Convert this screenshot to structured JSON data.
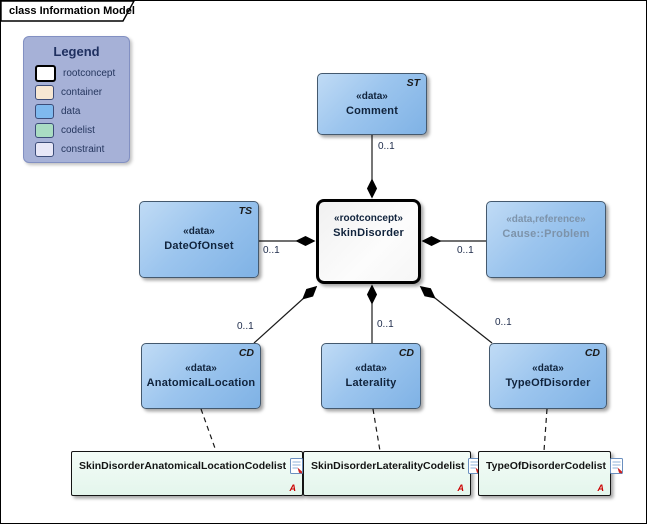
{
  "frame": {
    "title": "class Information Model"
  },
  "legend": {
    "title": "Legend",
    "items": [
      {
        "label": "rootconcept",
        "color": "#ffffff"
      },
      {
        "label": "container",
        "color": "#f7e7d3"
      },
      {
        "label": "data",
        "color": "#7fb9ee"
      },
      {
        "label": "codelist",
        "color": "#a9dcc3"
      },
      {
        "label": "constraint",
        "color": "#e7e7f7"
      }
    ]
  },
  "nodes": {
    "comment": {
      "stereotype": "«data»",
      "name": "Comment",
      "kind": "ST"
    },
    "date_of_onset": {
      "stereotype": "«data»",
      "name": "DateOfOnset",
      "kind": "TS"
    },
    "skin_disorder": {
      "stereotype": "«rootconcept»",
      "name": "SkinDisorder"
    },
    "cause_problem": {
      "stereotype": "«data,reference»",
      "name": "Cause::Problem"
    },
    "anatomical_location": {
      "stereotype": "«data»",
      "name": "AnatomicalLocation",
      "kind": "CD"
    },
    "laterality": {
      "stereotype": "«data»",
      "name": "Laterality",
      "kind": "CD"
    },
    "type_of_disorder": {
      "stereotype": "«data»",
      "name": "TypeOfDisorder",
      "kind": "CD"
    }
  },
  "codelists": [
    {
      "name": "SkinDisorderAnatomicalLocationCodelist",
      "flag": "A"
    },
    {
      "name": "SkinDisorderLateralityCodelist",
      "flag": "A"
    },
    {
      "name": "TypeOfDisorderCodelist",
      "flag": "A"
    }
  ],
  "multiplicities": {
    "comment": "0..1",
    "date_of_onset": "0..1",
    "cause_problem": "0..1",
    "anatomical_location": "0..1",
    "laterality": "0..1",
    "type_of_disorder": "0..1"
  },
  "colors": {
    "data_fill_top": "#c0dbf5",
    "data_fill_bottom": "#7fb2e5",
    "codelist_fill": "#ecfaf2",
    "legend_bg": "#a6b1d7",
    "rootconcept_border": "#000000",
    "muted_text": "#7d93aa",
    "flag_red": "#cc0000",
    "connector": "#1a1a1a"
  }
}
